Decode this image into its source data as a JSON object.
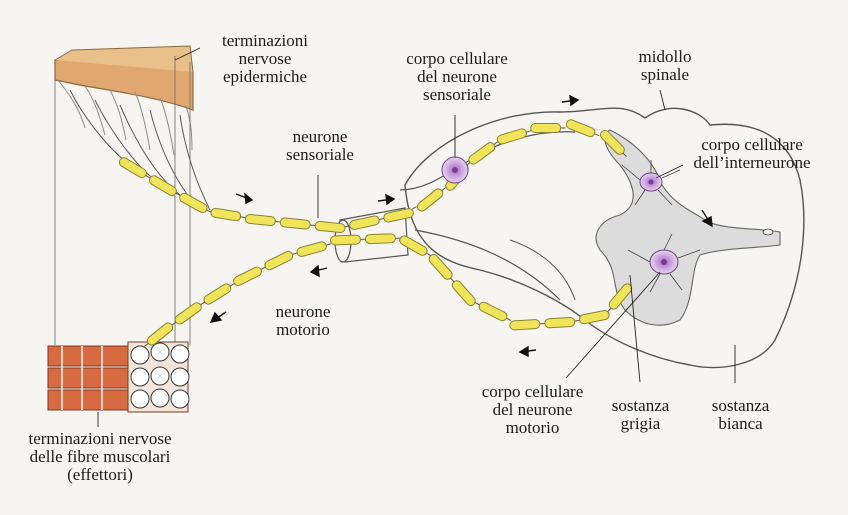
{
  "labels": {
    "epidermal_endings": "terminazioni\nnervose\nepidermiche",
    "sensory_neuron": "neurone\nsensoriale",
    "sensory_cell_body": "corpo cellulare\ndel neurone\nsensoriale",
    "spinal_cord": "midollo\nspinale",
    "interneuron_cell_body": "corpo cellulare\ndell’interneurone",
    "motor_neuron": "neurone\nmotorio",
    "muscle_endings": "terminazioni nervose\ndelle fibre muscolari\n(effettori)",
    "motor_cell_body": "corpo cellulare\ndel neurone\nmotorio",
    "gray_matter": "sostanza\ngrigia",
    "white_matter": "sostanza\nbianca"
  },
  "colors": {
    "axon_fill": "#f0e55a",
    "axon_stroke": "#8a8230",
    "skin": "#e0a870",
    "cell_body": "#c49ad8",
    "cell_nucleus": "#7a3a9a",
    "gray_matter": "#dcdcdc",
    "muscle": "#d86a42",
    "outline": "#555555"
  }
}
